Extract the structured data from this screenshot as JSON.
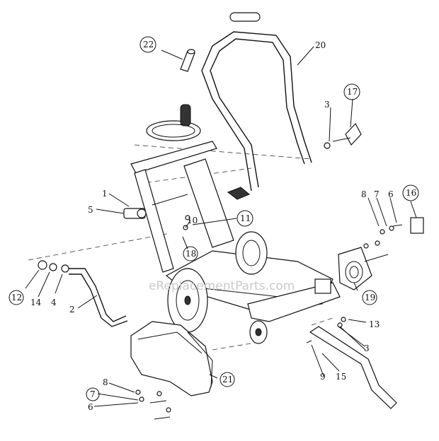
{
  "watermark": "eReplacementParts.com",
  "callouts": {
    "c1": "1",
    "c2": "2",
    "c3a": "3",
    "c3b": "3",
    "c4": "4",
    "c5": "5",
    "c6a": "6",
    "c6b": "6",
    "c7a": "7",
    "c7b": "7",
    "c8a": "8",
    "c8b": "8",
    "c9": "9",
    "c10": "10",
    "c11": "11",
    "c12": "12",
    "c13": "13",
    "c14": "14",
    "c15": "15",
    "c16": "16",
    "c17": "17",
    "c18": "18",
    "c19": "19",
    "c20": "20",
    "c21": "21",
    "c22": "22"
  }
}
